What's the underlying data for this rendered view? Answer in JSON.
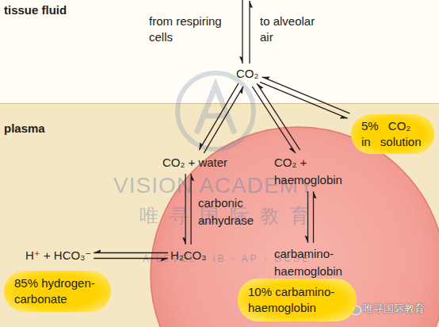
{
  "diagram": {
    "nodes": [
      {
        "text": [
          "tissue fluid"
        ]
      },
      {
        "text": [
          "CO₂"
        ],
        "in": 0
      },
      {
        "text": [
          "plasma"
        ]
      },
      {
        "text": [
          "5% CO₂ in solution"
        ],
        "in": 2
      },
      {
        "text": [
          "CO₂ + water"
        ],
        "in": 2
      },
      {
        "text": [
          "CO₂ + haemoglobin"
        ],
        "in": 2
      },
      {
        "text": [
          "H⁺ + HCO₃⁻"
        ],
        "in": 2
      },
      {
        "text": [
          "H₂CO₃"
        ],
        "in": 2
      },
      {
        "text": [
          "carbamino- haemoglobin"
        ],
        "in": 2
      },
      {
        "text": [
          "85% hydrogen- carbonate"
        ],
        "in": 2
      },
      {
        "text": [
          "10% carbamino- haemoglobin"
        ],
        "in": 2
      }
    ],
    "edges": [
      {
        "from": 1,
        "to": 4,
        "arrow": "to"
      },
      {
        "from": 4,
        "to": 1,
        "arrow": "to"
      },
      {
        "from": 1,
        "to": 5,
        "arrow": "to"
      },
      {
        "from": 5,
        "to": 1,
        "arrow": "to"
      },
      {
        "from": 1,
        "to": 3,
        "arrow": "to"
      },
      {
        "from": 3,
        "to": 1,
        "arrow": "to"
      },
      {
        "from": 4,
        "to": 7,
        "label": "carbonic anhydrase",
        "arrow": "to"
      },
      {
        "from": 7,
        "to": 4,
        "arrow": "to"
      },
      {
        "from": 7,
        "to": 6,
        "arrow": "to"
      },
      {
        "from": 6,
        "to": 7,
        "arrow": "to"
      },
      {
        "from": 5,
        "to": 8,
        "arrow": "to"
      },
      {
        "from": 8,
        "to": 5,
        "arrow": "to"
      }
    ],
    "labels": [
      "from respiring cells",
      "to alveolar air",
      "VISION ACADEMY",
      "唯寻国际教育",
      "A LEVEL · IB · AP · GCSE",
      "唯寻国际教育"
    ]
  }
}
